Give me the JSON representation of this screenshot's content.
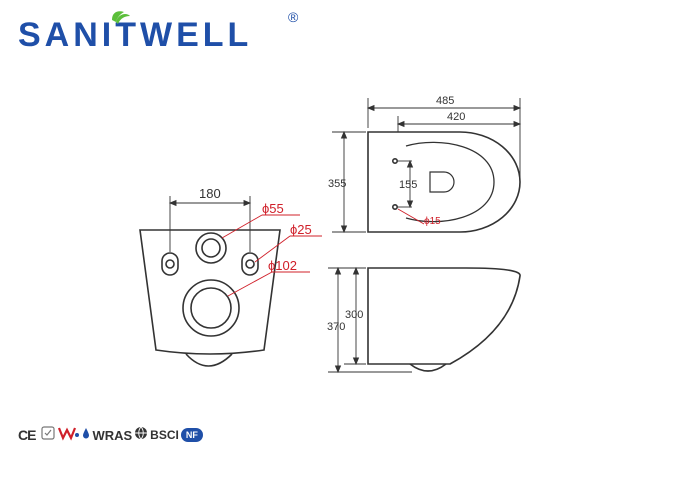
{
  "brand": {
    "name": "SANITWELL",
    "registered_mark": "®",
    "colors": {
      "text": "#1f4fa8",
      "leaf": "#5bbf3a"
    }
  },
  "front_view": {
    "width_label": "180",
    "callouts": [
      {
        "label": "ϕ55"
      },
      {
        "label": "ϕ25"
      },
      {
        "label": "ϕ102"
      }
    ]
  },
  "top_view": {
    "overall_length": "485",
    "inner_length": "420",
    "height": "355",
    "bolt_spacing": "155",
    "bolt_hole": "ϕ15"
  },
  "side_view": {
    "inner_height": "300",
    "overall_height": "370"
  },
  "certifications": {
    "ce": "CE",
    "wras": "WRAS",
    "bsci": "BSCI",
    "nf": "NF"
  },
  "colors": {
    "line": "#333333",
    "accent_red": "#d0202a"
  }
}
